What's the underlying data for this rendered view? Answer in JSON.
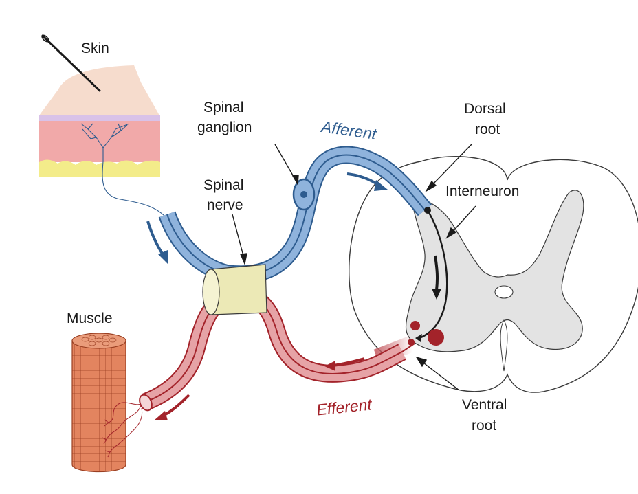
{
  "labels": {
    "skin": "Skin",
    "spinal_ganglion_line1": "Spinal",
    "spinal_ganglion_line2": "ganglion",
    "afferent": "Afferent",
    "dorsal_root_line1": "Dorsal",
    "dorsal_root_line2": "root",
    "spinal_nerve_line1": "Spinal",
    "spinal_nerve_line2": "nerve",
    "interneuron": "Interneuron",
    "muscle": "Muscle",
    "efferent": "Efferent",
    "ventral_root_line1": "Ventral",
    "ventral_root_line2": "root"
  },
  "colors": {
    "afferent": "#2e5c8f",
    "afferent_light": "#8fb3dc",
    "efferent": "#a3232a",
    "efferent_light": "#e6a3a6",
    "gray_matter": "#e3e3e3",
    "spinal_nerve_sheath": "#ece9b6",
    "skin_top": "#f6dccd",
    "skin_dermis": "#f1a9a9",
    "skin_fat": "#f3ec8a",
    "muscle": "#e07c55",
    "outline": "#3a3a3a"
  }
}
